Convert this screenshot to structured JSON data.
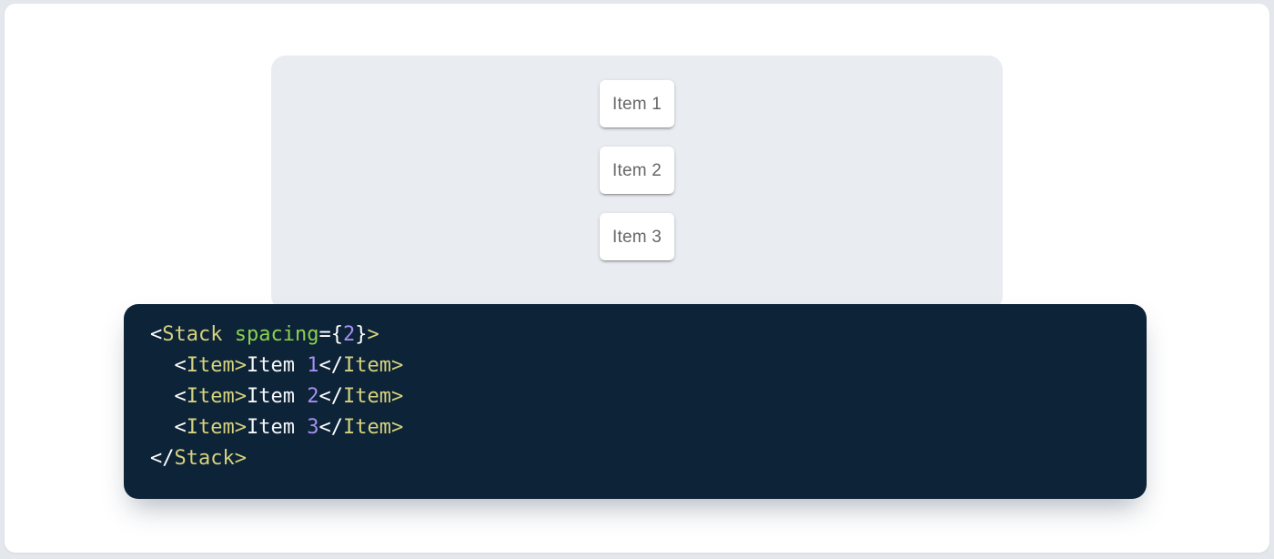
{
  "colors": {
    "page_bg": "#e4e8ec",
    "card_bg": "#ffffff",
    "panel_bg": "#e9ecf1",
    "item_bg": "#ffffff",
    "item_text": "#666666",
    "code_bg": "#0d2337",
    "token_punct": "#ffffff",
    "token_tag": "#d6d27e",
    "token_attr": "#8bd14e",
    "token_number": "#a48ff1",
    "token_plain": "#f5f7fa"
  },
  "demo": {
    "component": "Stack",
    "spacing_value": "2",
    "items": [
      {
        "label": "Item 1"
      },
      {
        "label": "Item 2"
      },
      {
        "label": "Item 3"
      }
    ]
  },
  "code": {
    "language": "jsx",
    "lines": [
      [
        [
          "punct",
          "<"
        ],
        [
          "tag",
          "Stack"
        ],
        [
          "plain",
          " "
        ],
        [
          "attr",
          "spacing"
        ],
        [
          "punct",
          "="
        ],
        [
          "punct",
          "{"
        ],
        [
          "num",
          "2"
        ],
        [
          "punct",
          "}"
        ],
        [
          "tag",
          ">"
        ]
      ],
      [
        [
          "plain",
          "  "
        ],
        [
          "punct",
          "<"
        ],
        [
          "tag",
          "Item"
        ],
        [
          "tag",
          ">"
        ],
        [
          "plain",
          "Item "
        ],
        [
          "num",
          "1"
        ],
        [
          "punct",
          "</"
        ],
        [
          "tag",
          "Item"
        ],
        [
          "tag",
          ">"
        ]
      ],
      [
        [
          "plain",
          "  "
        ],
        [
          "punct",
          "<"
        ],
        [
          "tag",
          "Item"
        ],
        [
          "tag",
          ">"
        ],
        [
          "plain",
          "Item "
        ],
        [
          "num",
          "2"
        ],
        [
          "punct",
          "</"
        ],
        [
          "tag",
          "Item"
        ],
        [
          "tag",
          ">"
        ]
      ],
      [
        [
          "plain",
          "  "
        ],
        [
          "punct",
          "<"
        ],
        [
          "tag",
          "Item"
        ],
        [
          "tag",
          ">"
        ],
        [
          "plain",
          "Item "
        ],
        [
          "num",
          "3"
        ],
        [
          "punct",
          "</"
        ],
        [
          "tag",
          "Item"
        ],
        [
          "tag",
          ">"
        ]
      ],
      [
        [
          "punct",
          "</"
        ],
        [
          "tag",
          "Stack"
        ],
        [
          "tag",
          ">"
        ]
      ]
    ]
  }
}
